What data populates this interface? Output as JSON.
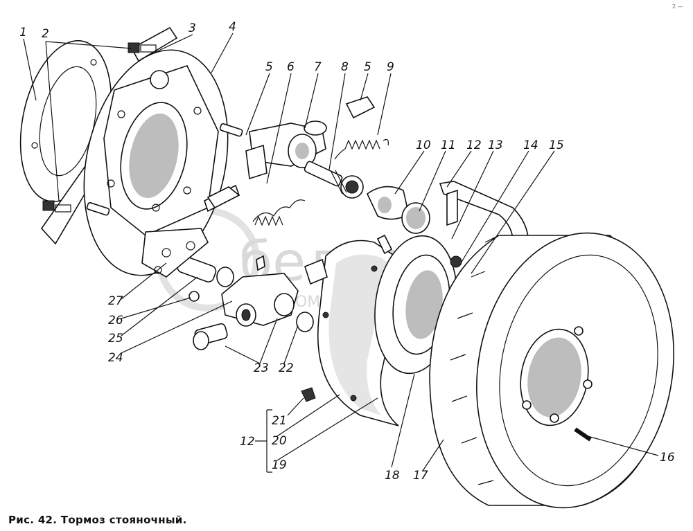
{
  "figure": {
    "caption": "Рис. 42. Тормоз стояночный.",
    "watermark": {
      "brand": "беларо",
      "sub": "РУПА КОМПАНИЙ"
    },
    "corner_mark": "2 —"
  },
  "callouts": {
    "c1": "1",
    "c2": "2",
    "c3": "3",
    "c4": "4",
    "c5a": "5",
    "c6": "6",
    "c7": "7",
    "c8": "8",
    "c5b": "5",
    "c9": "9",
    "c10": "10",
    "c11": "11",
    "c12a": "12",
    "c13": "13",
    "c14": "14",
    "c15": "15",
    "c16": "16",
    "c17": "17",
    "c18": "18",
    "c19": "19",
    "c20": "20",
    "c21": "21",
    "c12b": "12",
    "c22": "22",
    "c23": "23",
    "c24": "24",
    "c25": "25",
    "c26": "26",
    "c27": "27"
  }
}
